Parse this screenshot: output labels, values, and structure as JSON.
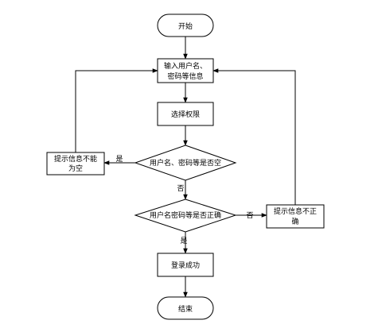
{
  "flowchart": {
    "nodes": {
      "start": "开始",
      "input_line1": "输入用户名、",
      "input_line2": "密码等信息",
      "select_permission": "选择权限",
      "check_empty": "用户名、密码等是否空",
      "check_correct": "用户名密码等是否正确",
      "success": "登录成功",
      "end": "结束",
      "empty_msg_line1": "提示信息不能",
      "empty_msg_line2": "为空",
      "wrong_msg_line1": "提示信息不正",
      "wrong_msg_line2": "确"
    },
    "edges": {
      "empty_yes": "是",
      "empty_no": "否",
      "correct_no": "否",
      "correct_yes": "是"
    }
  }
}
